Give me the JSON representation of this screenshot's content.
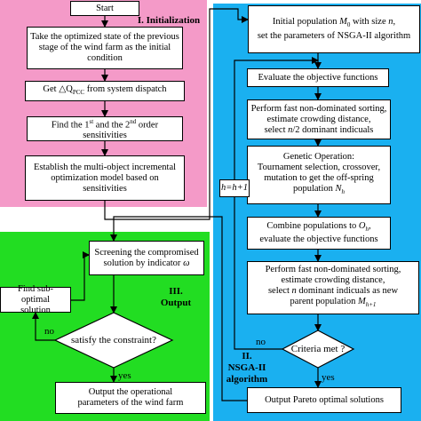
{
  "colors": {
    "initialization_bg": "#f49ac8",
    "output_bg": "#22dd22",
    "nsga_bg": "#1ab0f0",
    "box_fill": "#ffffff",
    "stroke": "#000000"
  },
  "initialization": {
    "title": "I. Initialization",
    "start": "Start",
    "step1": "Take the optimized state of the previous stage of the wind farm as the initial condition",
    "step2_prefix": "Get △Q",
    "step2_sub": "PCC",
    "step2_suffix": " from system dispatch",
    "step3_a": "Find the 1",
    "step3_sup1": "st",
    "step3_b": " and the 2",
    "step3_sup2": "nd",
    "step3_c": " order sensitivities",
    "step4": "Establish the multi-object incremental optimization model based on sensitivities"
  },
  "nsga": {
    "title_line1": "II.",
    "title_line2": "NSGA-II",
    "title_line3": "algorithm",
    "init_pop_a": "Initial population ",
    "init_pop_m": "M",
    "init_pop_m_sub": "0",
    "init_pop_b": " with size ",
    "init_pop_n": "n",
    "init_pop_c": ",",
    "init_pop_line2": "set the parameters of NSGA-II algorithm",
    "evaluate": "Evaluate the objective functions",
    "sort1_line1": "Perform fast non-dominated sorting,",
    "sort1_line2": "estimate crowding distance,",
    "sort1_line3_a": "select ",
    "sort1_line3_n": "n",
    "sort1_line3_b": "/2 dominant indicuals",
    "genetic_line1": "Genetic Operation:",
    "genetic_line2": "Tournament selection, crossover,",
    "genetic_line3": "mutation to get the off-spring",
    "genetic_line4_a": "population ",
    "genetic_line4_n": "N",
    "genetic_line4_sub": "h",
    "combine_line1_a": "Combine populations to ",
    "combine_line1_o": "O",
    "combine_line1_sub": "h",
    "combine_line1_b": ",",
    "combine_line2": "evaluate the objective functions",
    "sort2_line1": "Perform fast non-dominated sorting,",
    "sort2_line2": "estimate crowding distance,",
    "sort2_line3_a": "select ",
    "sort2_line3_n": "n",
    "sort2_line3_b": " dominant indicuals as new",
    "sort2_line4_a": "parent population ",
    "sort2_line4_m": "M",
    "sort2_line4_sub": "h+1",
    "increment": "h=h+1",
    "criteria": "Criteria met ?",
    "no": "no",
    "yes": "yes",
    "output_pareto": "Output Pareto optimal solutions"
  },
  "output": {
    "title_line1": "III.",
    "title_line2": "Output",
    "screening_line1": "Screening the compromised",
    "screening_line2_a": "solution by indicator ",
    "screening_line2_w": "ω",
    "find_sub_line1": "Find sub-optimal",
    "find_sub_line2": "solution",
    "constraint": "satisfy the constraint?",
    "no": "no",
    "yes": "yes",
    "final_line1": "Output the operational",
    "final_line2": "parameters of the wind farm"
  }
}
